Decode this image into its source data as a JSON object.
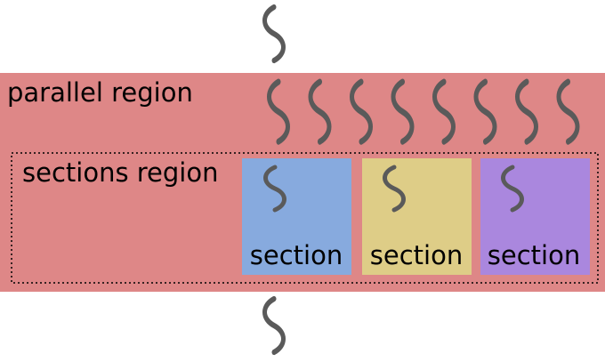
{
  "parallel_region": {
    "label": "parallel region",
    "color": "#de8787",
    "thread_count": 8
  },
  "sections_region": {
    "label": "sections region",
    "border_color": "#000000",
    "border_style": "dotted"
  },
  "sections": [
    {
      "label": "section",
      "color": "#87aade"
    },
    {
      "label": "section",
      "color": "#decd87"
    },
    {
      "label": "section",
      "color": "#aa87de"
    }
  ],
  "thread_color": "#5a5a5a",
  "thread_icon": "wavy-thread-icon"
}
